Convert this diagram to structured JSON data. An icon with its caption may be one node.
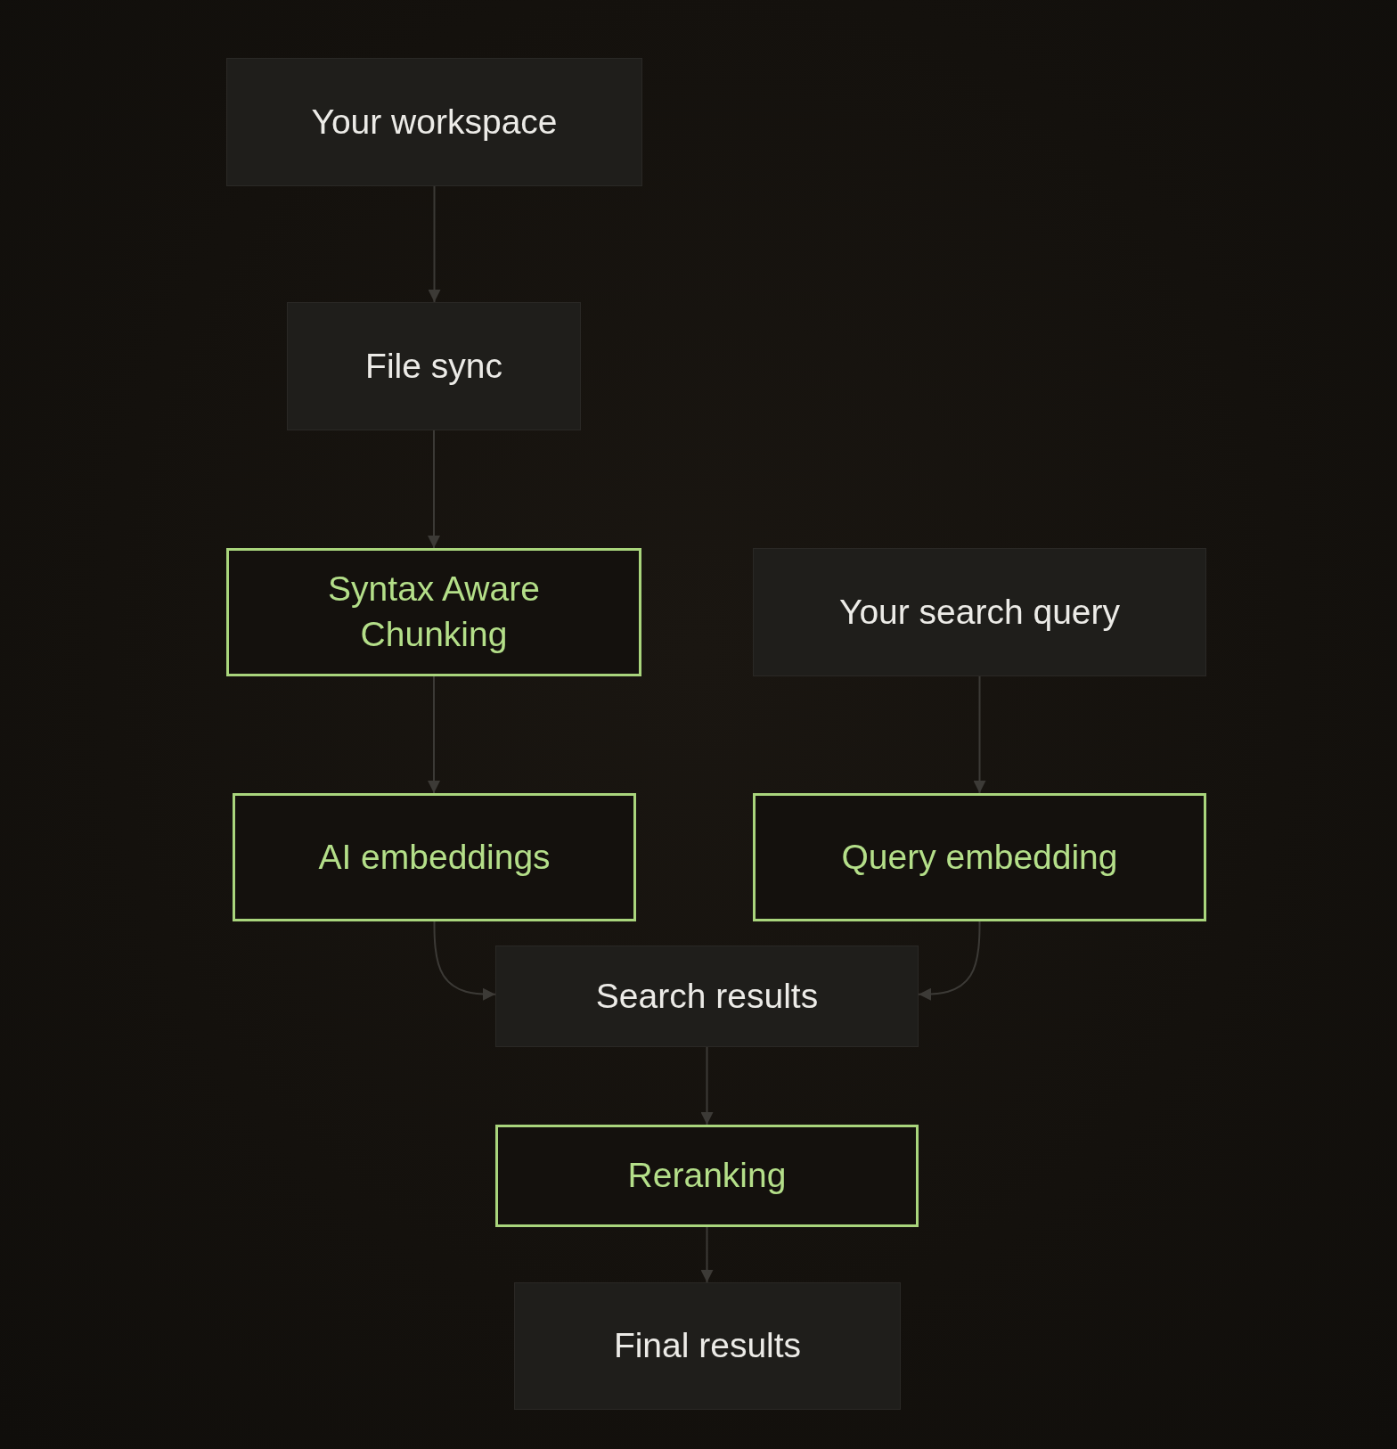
{
  "diagram": {
    "nodes": [
      {
        "text": [
          "Your workspace"
        ]
      },
      {
        "text": [
          "File sync"
        ]
      },
      {
        "text": [
          "Syntax Aware Chunking"
        ]
      },
      {
        "text": [
          "Your search query"
        ]
      },
      {
        "text": [
          "AI embeddings"
        ]
      },
      {
        "text": [
          "Query embedding"
        ]
      },
      {
        "text": [
          "Search results"
        ]
      },
      {
        "text": [
          "Reranking"
        ]
      },
      {
        "text": [
          "Final results"
        ]
      }
    ],
    "edges": [
      {
        "from": 0,
        "to": 1,
        "arrow": "to"
      },
      {
        "from": 1,
        "to": 2,
        "arrow": "to"
      },
      {
        "from": 2,
        "to": 4,
        "arrow": "to"
      },
      {
        "from": 3,
        "to": 5,
        "arrow": "to"
      },
      {
        "from": 4,
        "to": 6,
        "arrow": "to"
      },
      {
        "from": 5,
        "to": 6,
        "arrow": "to"
      },
      {
        "from": 6,
        "to": 7,
        "arrow": "to"
      },
      {
        "from": 7,
        "to": 8,
        "arrow": "to"
      }
    ]
  }
}
